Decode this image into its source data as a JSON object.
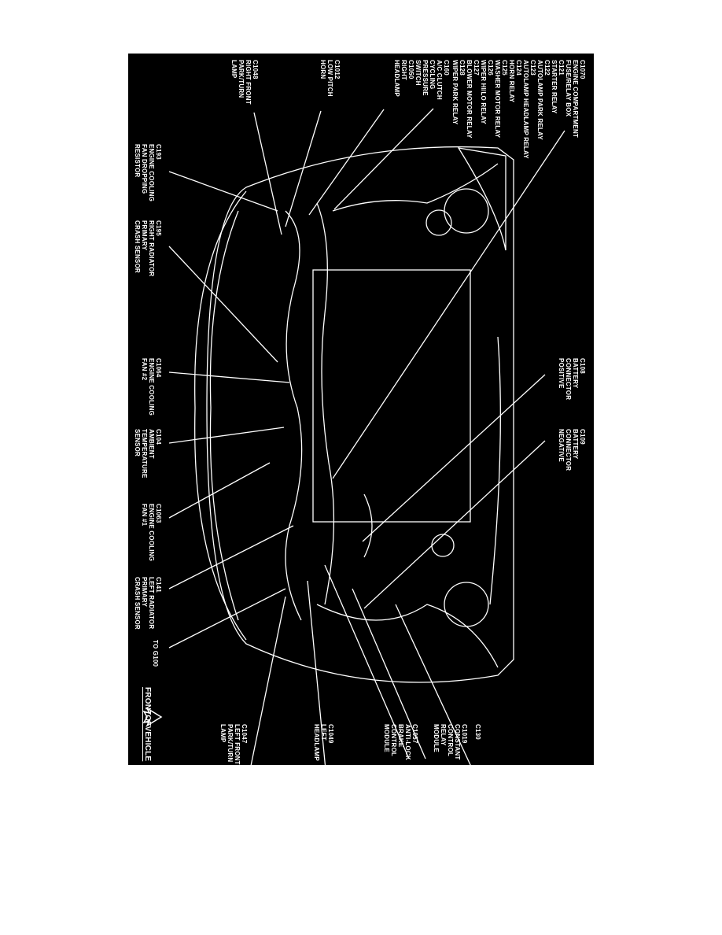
{
  "labels": {
    "c1070": [
      "C1070",
      "ENGINE COMPARTMENT",
      "FUSE/RELAY BOX",
      "C121",
      "STARTER RELAY",
      "C122",
      "AUTOLAMP PARK RELAY",
      "C123",
      "AUTOLAMP HEADLAMP RELAY",
      "C124",
      "HORN RELAY",
      "C125",
      "WASHER MOTOR RELAY",
      "C126",
      "WIPER HI/LO RELAY",
      "C127",
      "BLOWER MOTOR RELAY",
      "C128",
      "WIPER PARK RELAY"
    ],
    "c160": [
      "C160",
      "A/C CLUTCH",
      "CYCLING",
      "PRESSURE",
      "SWITCH"
    ],
    "c1050": [
      "C1050",
      "RIGHT",
      "HEADLAMP"
    ],
    "c1012": [
      "C1012",
      "LOW PITCH",
      "HORN"
    ],
    "c1048": [
      "C1048",
      "RIGHT FRONT",
      "PARK/TURN",
      "LAMP"
    ],
    "c193": [
      "C193",
      "ENGINE COOLING",
      "FAN DROPPING",
      "RESISTOR"
    ],
    "c195": [
      "C195",
      "RIGHT RADIATOR",
      "PRIMARY",
      "CRASH SENSOR"
    ],
    "c1064": [
      "C1064",
      "ENGINE COOLING",
      "FAN #2"
    ],
    "c104": [
      "C104",
      "AMBIENT",
      "TEMPERATURE",
      "SENSOR"
    ],
    "c1063": [
      "C1063",
      "ENGINE COOLING",
      "FAN #1"
    ],
    "c141": [
      "C141",
      "LEFT RADIATOR",
      "PRIMARY",
      "CRASH SENSOR"
    ],
    "g100": [
      "TO G100"
    ],
    "c108": [
      "C108",
      "BATTERY",
      "CONNECTOR",
      "POSITIVE"
    ],
    "c109": [
      "C109",
      "BATTERY",
      "CONNECTOR",
      "NEGATIVE"
    ],
    "c130": [
      "C130"
    ],
    "c1019": [
      "C1019",
      "CONSTANT",
      "CONTROL",
      "RELAY",
      "MODULE"
    ],
    "c1057": [
      "C1057",
      "ANTI-LOCK",
      "BRAKE",
      "CONTROL",
      "MODULE"
    ],
    "c1049": [
      "C1049",
      "LEFT",
      "HEADLAMP"
    ],
    "c1047": [
      "C1047",
      "LEFT FRONT",
      "PARK/TURN",
      "LAMP"
    ]
  },
  "front_of_vehicle": "FRONTOFVEHICLE",
  "icons": {
    "front_arrow": "arrow-icon"
  },
  "colors": {
    "background": "#000000",
    "lines": "#ffffff"
  }
}
